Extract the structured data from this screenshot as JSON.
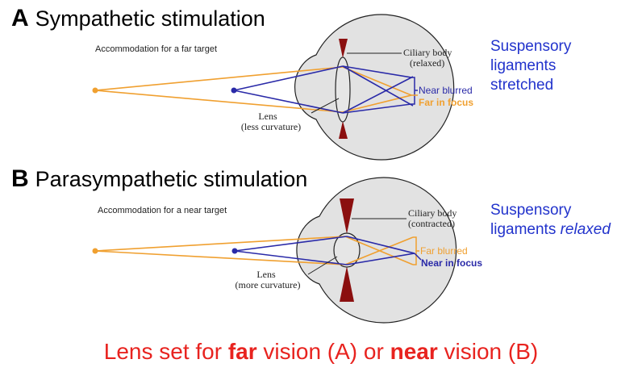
{
  "panel_a": {
    "letter": "A",
    "title": "Sympathetic stimulation",
    "subtitle": "Accommodation for a far target",
    "ciliary_label": [
      "Ciliary body",
      "(relaxed)"
    ],
    "lens_label": [
      "Lens",
      "(less curvature)"
    ],
    "near_label": "Near blurred",
    "far_label": "Far in focus",
    "note_lines": [
      "Suspensory",
      "ligaments",
      "stretched"
    ]
  },
  "panel_b": {
    "letter": "B",
    "title": "Parasympathetic stimulation",
    "subtitle": "Accommodation for a near target",
    "ciliary_label": [
      "Ciliary body",
      "(contracted)"
    ],
    "lens_label": [
      "Lens",
      "(more curvature)"
    ],
    "far_label": "Far blurred",
    "near_label": "Near in focus",
    "note_line1": "Suspensory",
    "note_line2_plain": "ligaments ",
    "note_line2_italic": "relaxed"
  },
  "caption": {
    "part1": "Lens set for ",
    "bold1": "far",
    "part2": " vision (A) or ",
    "bold2": "near",
    "part3": " vision (B)"
  },
  "colors": {
    "far_ray": "#f0a030",
    "near_ray": "#2a2aa8",
    "ciliary": "#8b0f0f",
    "eye_fill": "#e2e2e2",
    "lens_fill": "#e6e6e6",
    "caption": "#e8231f",
    "note": "#2233cc"
  }
}
